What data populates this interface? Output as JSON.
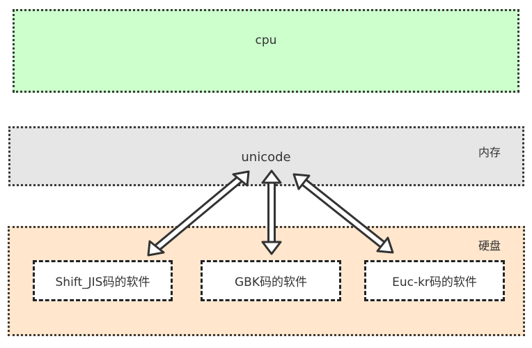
{
  "cpu": {
    "label": "cpu",
    "color": "#ccffcc"
  },
  "memory": {
    "center_label": "unicode",
    "tag": "内存",
    "color": "#e6e6e6"
  },
  "disk": {
    "tag": "硬盘",
    "color": "#ffe6cc",
    "software": [
      {
        "label": "Shift_JIS码的软件"
      },
      {
        "label": "GBK码的软件"
      },
      {
        "label": "Euc-kr码的软件"
      }
    ]
  }
}
